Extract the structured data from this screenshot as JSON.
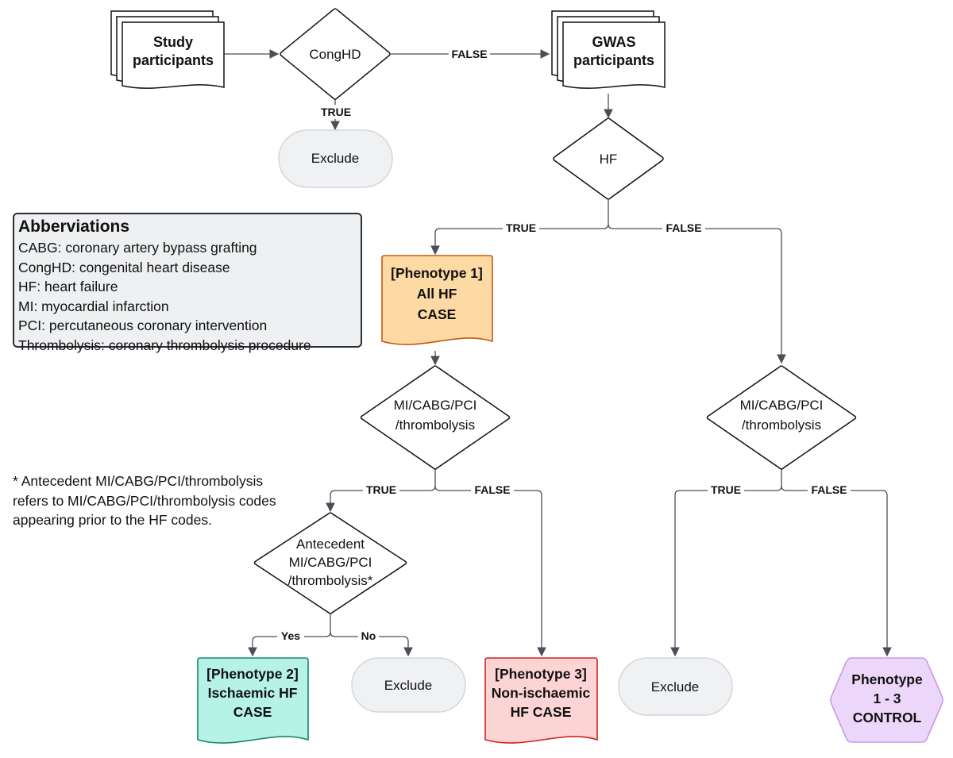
{
  "nodes": {
    "study_participants": [
      "Study",
      "participants"
    ],
    "conghd": "CongHD",
    "exclude_top": "Exclude",
    "gwas_participants": [
      "GWAS",
      "participants"
    ],
    "hf": "HF",
    "phenotype1": [
      "[Phenotype 1]",
      "All HF",
      "CASE"
    ],
    "mi_left": [
      "MI/CABG/PCI",
      "/thrombolysis"
    ],
    "mi_right": [
      "MI/CABG/PCI",
      "/thrombolysis"
    ],
    "antecedent": [
      "Antecedent",
      "MI/CABG/PCI",
      "/thrombolysis*"
    ],
    "phenotype2": [
      "[Phenotype 2]",
      "Ischaemic HF",
      "CASE"
    ],
    "exclude_mid": "Exclude",
    "phenotype3": [
      "[Phenotype 3]",
      "Non-ischaemic",
      "HF CASE"
    ],
    "exclude_right": "Exclude",
    "control": [
      "Phenotype",
      "1 - 3",
      "CONTROL"
    ]
  },
  "edges": {
    "conghd_false": "FALSE",
    "conghd_true": "TRUE",
    "hf_true": "TRUE",
    "hf_false": "FALSE",
    "mi_left_true": "TRUE",
    "mi_left_false": "FALSE",
    "mi_right_true": "TRUE",
    "mi_right_false": "FALSE",
    "antecedent_yes": "Yes",
    "antecedent_no": "No"
  },
  "legend": {
    "title": "Abberviations",
    "items": [
      "CABG: coronary artery bypass grafting",
      "CongHD: congenital heart disease",
      "HF: heart failure",
      "MI: myocardial infarction",
      "PCI: percutaneous coronary intervention",
      "Thrombolysis: coronary thrombolysis procedure"
    ]
  },
  "note": [
    "* Antecedent MI/CABG/PCI/thrombolysis",
    "refers to MI/CABG/PCI/thrombolysis codes",
    "appearing prior to the HF codes."
  ],
  "colors": {
    "phenotype1_fill": "#fdd9a3",
    "phenotype1_stroke": "#c45a12",
    "phenotype2_fill": "#b6f2e6",
    "phenotype2_stroke": "#148a6e",
    "phenotype3_fill": "#fdd4d4",
    "phenotype3_stroke": "#d42020",
    "control_fill": "#ecd7fa",
    "control_stroke": "#c79be6",
    "terminal_fill": "#f0f1f3",
    "terminal_stroke": "#d4d6da"
  }
}
